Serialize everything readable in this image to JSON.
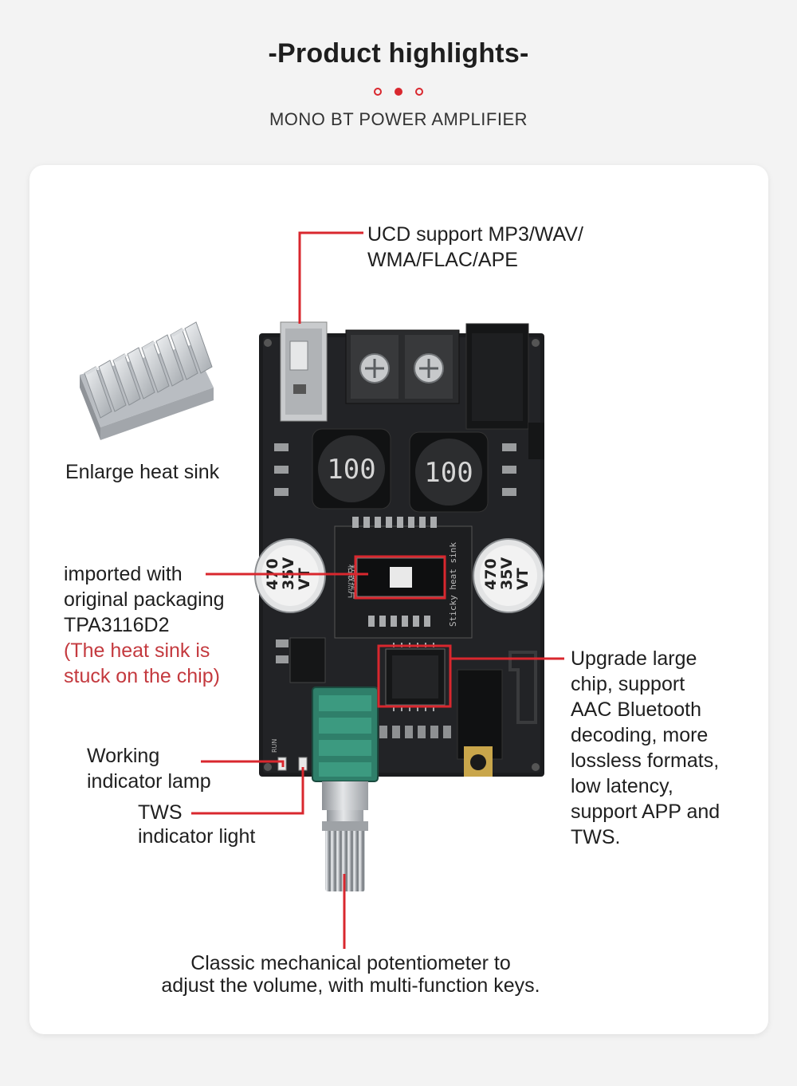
{
  "header": {
    "title": "-Product highlights-",
    "subtitle": "MONO BT POWER AMPLIFIER",
    "accent_color": "#d9272e"
  },
  "board": {
    "inductor_marking_left": "100",
    "inductor_marking_right": "100",
    "capacitor_marking": [
      "470",
      "35V",
      "VT"
    ],
    "heatsink_print_chinese": "粘散热片",
    "heatsink_print": "Sticky heat sink",
    "silkscreen_run": "RUN"
  },
  "annotations": {
    "ucd_line1": "UCD support MP3/WAV/",
    "ucd_line2": "WMA/FLAC/APE",
    "heat_sink": "Enlarge heat sink",
    "chip_line1": "imported with",
    "chip_line2": "original packaging",
    "chip_line3": "TPA3116D2",
    "chip_note_line1": "(The heat sink is",
    "chip_note_line2": "stuck on the chip)",
    "bt_lines": [
      "Upgrade large",
      "chip, support",
      "AAC Bluetooth",
      "decoding, more",
      "lossless formats,",
      "low latency,",
      "support APP and",
      "TWS."
    ],
    "working_line1": "Working",
    "working_line2": "indicator lamp",
    "tws_line1": "TWS",
    "tws_line2": "indicator light",
    "pot_line1": "Classic mechanical potentiometer to",
    "pot_line2": "adjust the volume, with multi-function keys."
  }
}
